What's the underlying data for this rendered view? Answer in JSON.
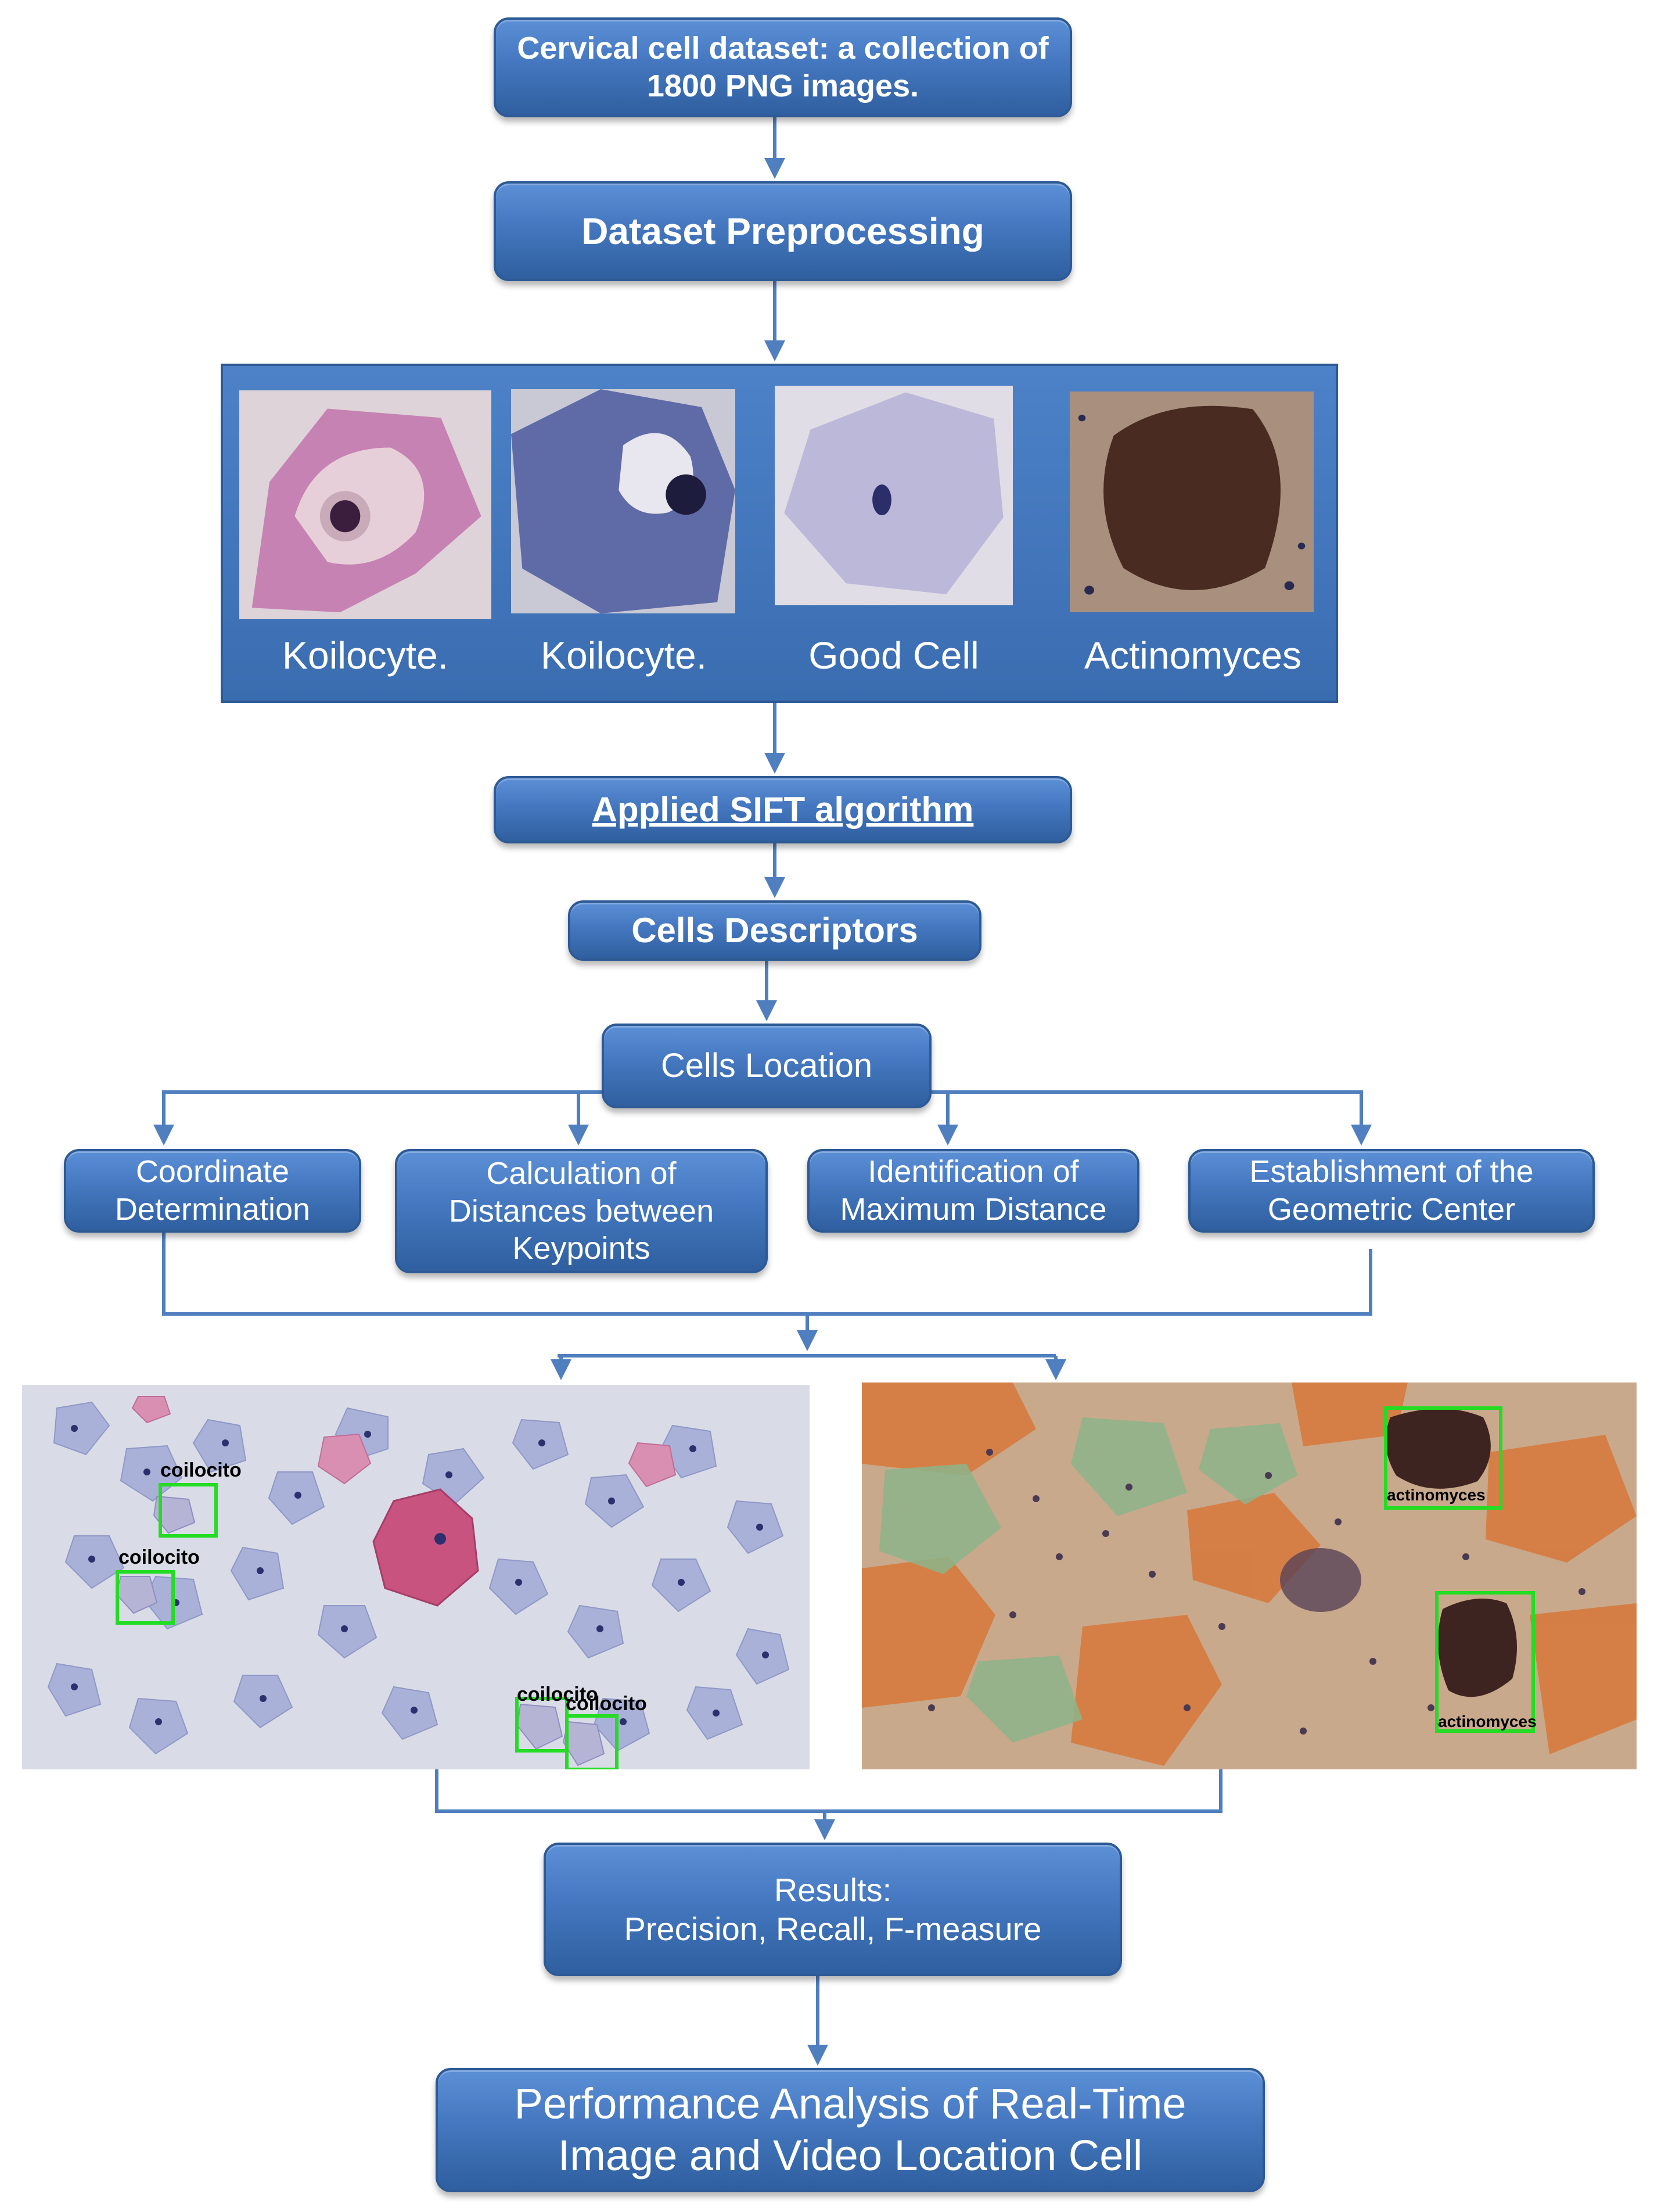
{
  "boxes": {
    "dataset": "Cervical cell dataset: a collection of\n1800 PNG images.",
    "preprocessing": "Dataset Preprocessing",
    "sift": "Applied SIFT algorithm",
    "descriptors": "Cells Descriptors",
    "location": "Cells Location",
    "coordinate": "Coordinate\nDetermination",
    "distances": "Calculation of\nDistances between\nKeypoints",
    "max_distance": "Identification of\nMaximum Distance",
    "geometric_center": "Establishment of the\nGeometric Center",
    "results": "Results:\nPrecision, Recall, F-measure",
    "performance": "Performance Analysis of Real-Time\nImage and Video Location Cell"
  },
  "cell_examples": [
    {
      "label": "Koilocyte.",
      "image": "koilocyte-pink-cell-image"
    },
    {
      "label": "Koilocyte.",
      "image": "koilocyte-blue-cell-image"
    },
    {
      "label": "Good Cell",
      "image": "good-cell-image"
    },
    {
      "label": "Actinomyces",
      "image": "actinomyces-image"
    }
  ],
  "detections": {
    "left_labels": [
      "coilocito",
      "coilocito",
      "coilocito",
      "coilocito"
    ],
    "right_labels": [
      "actinomyces",
      "actinomyces"
    ]
  },
  "colors": {
    "box_fill": "#4477bf",
    "box_border": "#2d5a95",
    "connector": "#4f7fbf",
    "detection_box": "#22dd22"
  }
}
